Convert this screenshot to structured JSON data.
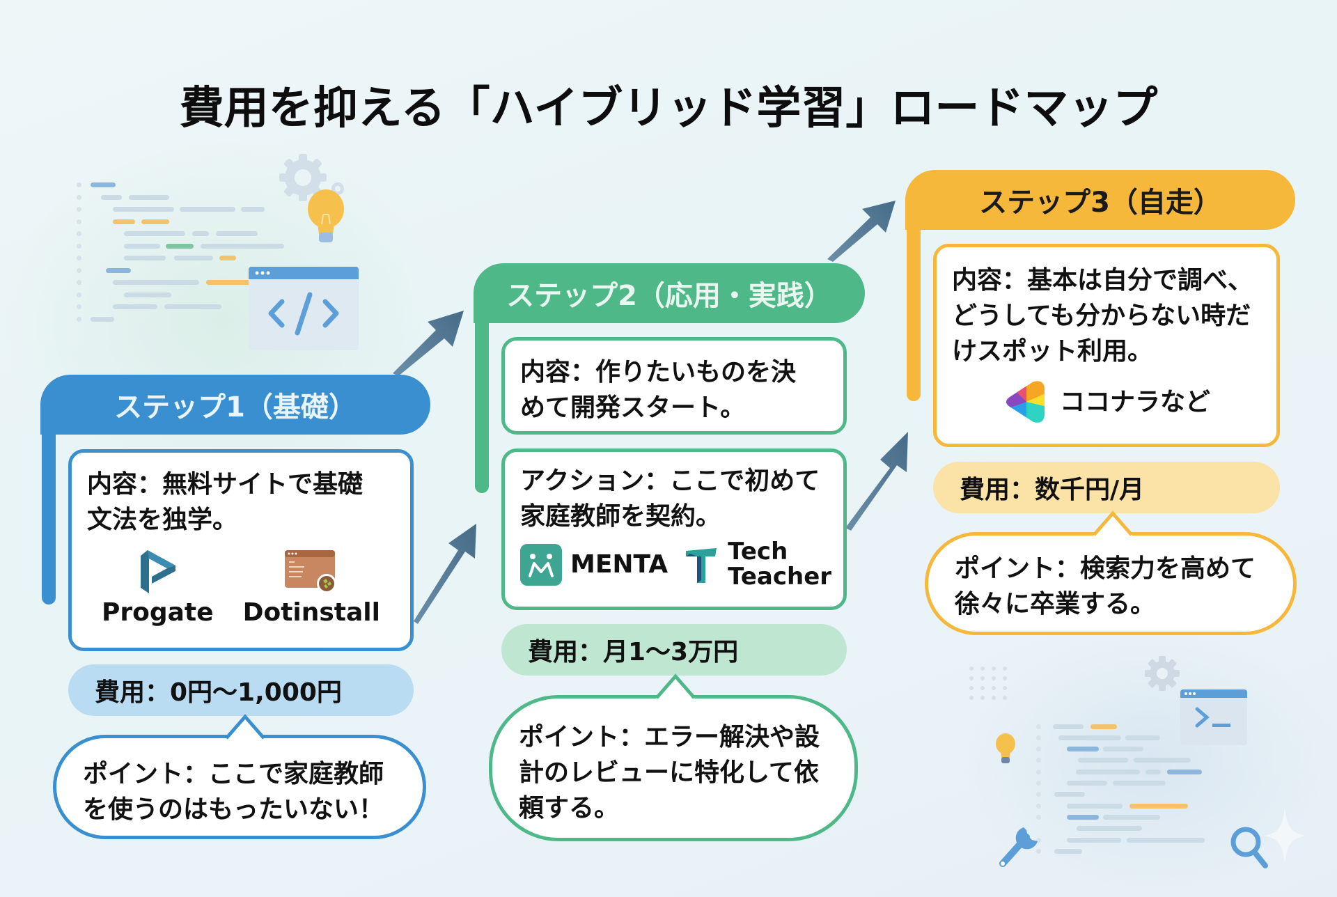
{
  "title": "費用を抑える「ハイブリッド学習」ロードマップ",
  "colors": {
    "step1": "#3a8fd0",
    "step1_cost_bg": "#b9dcf2",
    "step2": "#4fb889",
    "step2_cost_bg": "#bfe6d1",
    "step3": "#f5b83a",
    "step3_cost_bg": "#fbe2a6",
    "arrow": "#4c7390",
    "background": "#eaf4f7"
  },
  "steps": [
    {
      "header": "ステップ1（基礎）",
      "content": "内容：無料サイトで基礎文法を独学。",
      "logos": [
        {
          "name": "Progate",
          "icon": "progate-logo-icon"
        },
        {
          "name": "Dotinstall",
          "icon": "dotinstall-logo-icon"
        }
      ],
      "cost": "費用：0円〜1,000円",
      "point": "ポイント：ここで家庭教師を使うのはもったいない！"
    },
    {
      "header": "ステップ2（応用・実践）",
      "content": "内容：作りたいものを決めて開発スタート。",
      "action": "アクション：ここで初めて家庭教師を契約。",
      "logos": [
        {
          "name": "MENTA",
          "icon": "menta-logo-icon"
        },
        {
          "name": "Tech Teacher",
          "line1": "Tech",
          "line2": "Teacher",
          "icon": "techteacher-logo-icon"
        }
      ],
      "cost": "費用：月1〜3万円",
      "point": "ポイント：エラー解決や設計のレビューに特化して依頼する。"
    },
    {
      "header": "ステップ3（自走）",
      "content": "内容：基本は自分で調べ、どうしても分からない時だけスポット利用。",
      "logos": [
        {
          "name": "ココナラなど",
          "icon": "coconala-logo-icon"
        }
      ],
      "cost": "費用：数千円/月",
      "point": "ポイント：検索力を高めて徐々に卒業する。"
    }
  ]
}
